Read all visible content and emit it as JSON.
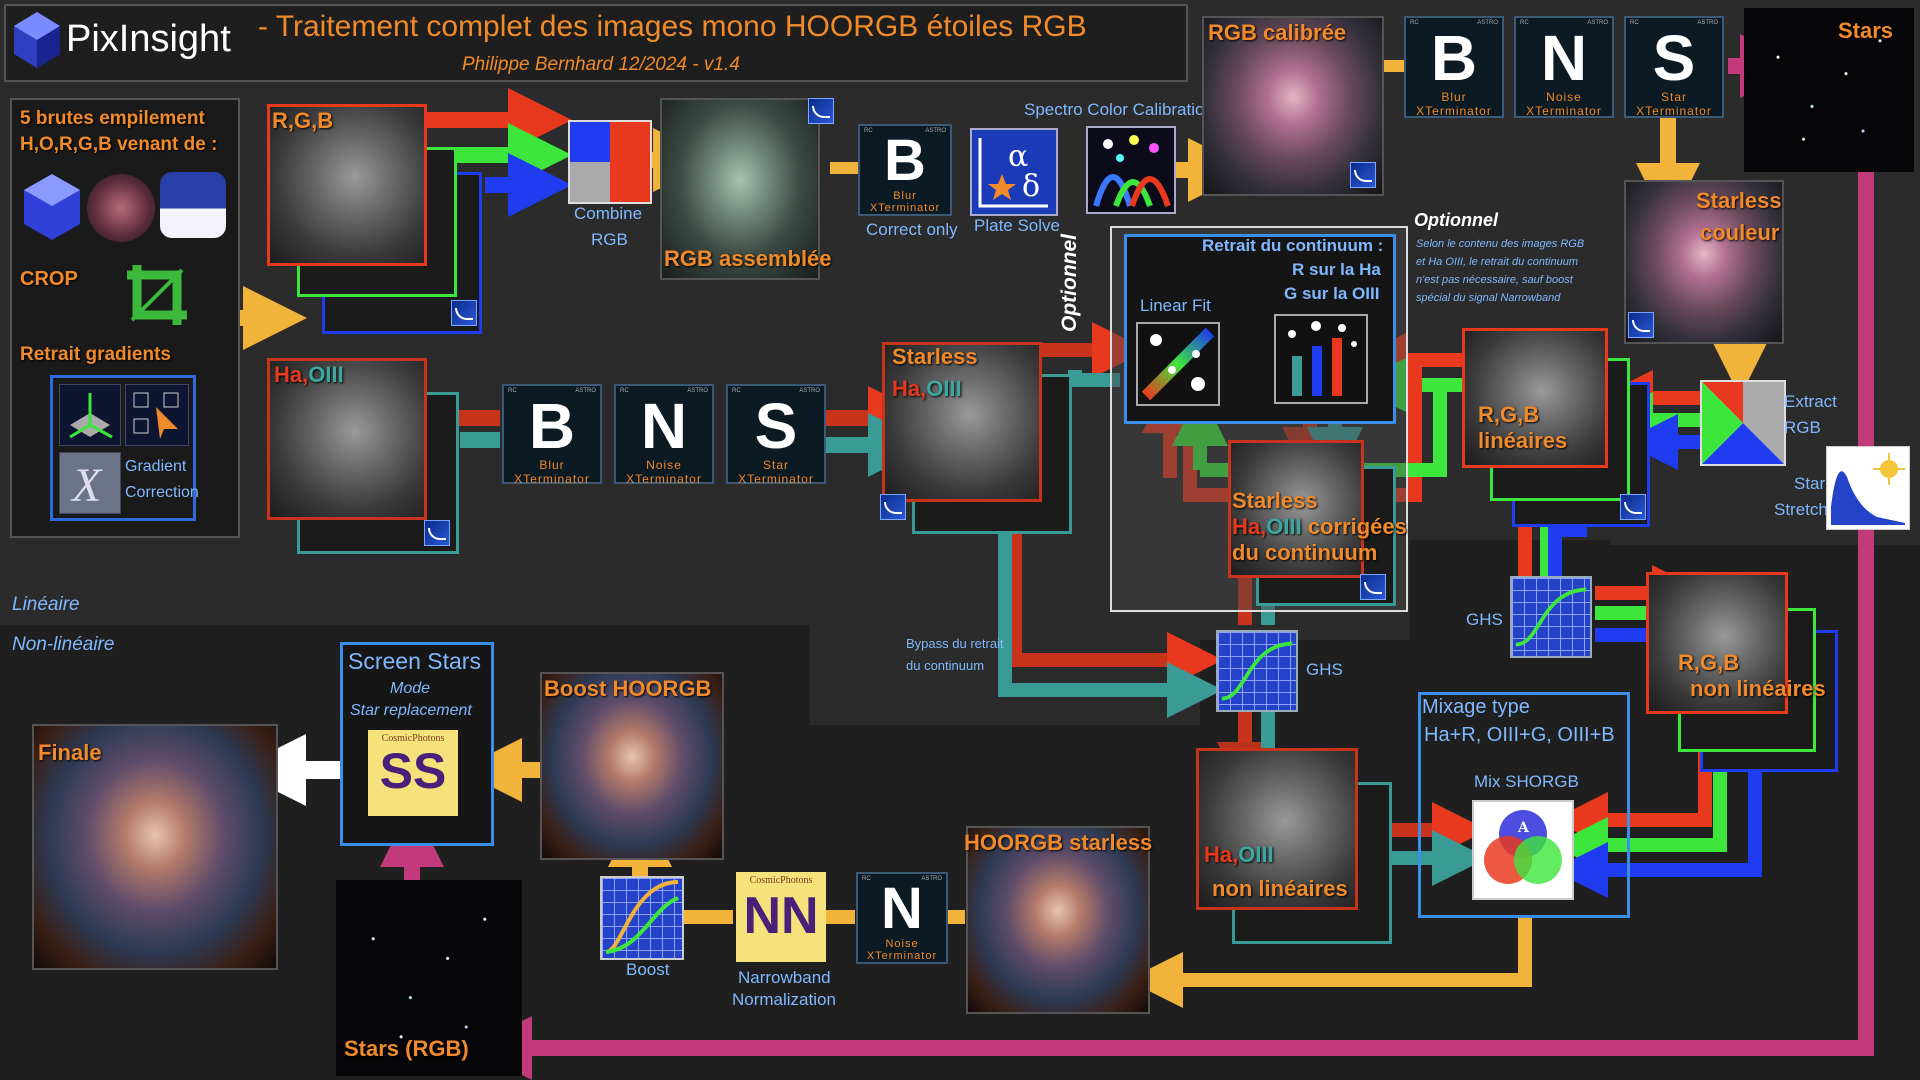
{
  "header": {
    "app_name": "PixInsight",
    "title": "- Traitement complet des images mono HOORGB étoiles RGB",
    "author": "Philippe Bernhard 12/2024 - v1.4"
  },
  "left_panel": {
    "title_line1": "5 brutes empilement",
    "title_line2": "H,O,R,G,B venant de :",
    "crop": "CROP",
    "gradients": "Retrait gradients",
    "gradient_correction": "Gradient\nCorrection",
    "gradient_correction_l1": "Gradient",
    "gradient_correction_l2": "Correction"
  },
  "sections": {
    "lineaire": "Linéaire",
    "non_lineaire": "Non-linéaire"
  },
  "nodes": {
    "rgb_stack": "R,G,B",
    "ha_oiii_stack_ha": "Ha,",
    "ha_oiii_stack_oiii": "OIII",
    "combine_rgb_l1": "Combine",
    "combine_rgb_l2": "RGB",
    "rgb_assemblee": "RGB assemblée",
    "correct_only": "Correct only",
    "plate_solve": "Plate Solve",
    "spcc": "Spectro Color Calibration",
    "rgb_calibree": "RGB calibrée",
    "stars": "Stars",
    "starless_couleur_l1": "Starless",
    "starless_couleur_l2": "couleur",
    "extract_rgb_l1": "Extract",
    "extract_rgb_l2": "RGB",
    "star_stretch_l1": "Star",
    "star_stretch_l2": "Stretch",
    "rgb_lineaires_l1": "R,G,B",
    "rgb_lineaires_l2": "linéaires",
    "starless_haoiii_l1": "Starless",
    "starless_haoiii_ha": "Ha,",
    "starless_haoiii_oiii": "OIII",
    "optionnel_vertical": "Optionnel",
    "continuum_title": "Retrait du continuum :",
    "continuum_r": "R sur la Ha",
    "continuum_g": "G sur la OIII",
    "linear_fit": "Linear Fit",
    "optionnel_note_title": "Optionnel",
    "optionnel_note_l1": "Selon le contenu des images RGB",
    "optionnel_note_l2": "et Ha OIII, le retrait du continuum",
    "optionnel_note_l3": "n'est pas nécessaire, sauf boost",
    "optionnel_note_l4": "spécial du signal Narrowband",
    "starless_corr_l1": "Starless",
    "starless_corr_ha": "Ha,",
    "starless_corr_oiii": "OIII",
    "starless_corr_l2": " corrigées",
    "starless_corr_l3": "du continuum",
    "ghs_right": "GHS",
    "ghs_center": "GHS",
    "bypass_l1": "Bypass du retrait",
    "bypass_l2": "du continuum",
    "rgb_nonlin_l1": "R,G,B",
    "rgb_nonlin_l2": "non linéaires",
    "mixage_title": "Mixage type",
    "mixage_formula": "Ha+R, OIII+G, OIII+B",
    "mix_shorgb": "Mix SHORGB",
    "haoiii_nonlin_ha": "Ha,",
    "haoiii_nonlin_oiii": "OIII",
    "haoiii_nonlin_l2": "non linéaires",
    "hoorgb_starless": "HOORGB starless",
    "nn_l1": "Narrowband",
    "nn_l2": "Normalization",
    "boost": "Boost",
    "boost_hoorgb": "Boost HOORGB",
    "screen_stars": "Screen Stars",
    "mode": "Mode",
    "star_replacement": "Star replacement",
    "finale": "Finale",
    "stars_rgb": "Stars (RGB)"
  },
  "tools": {
    "blur": {
      "letter": "B",
      "l1": "Blur",
      "l2": "XTerminator"
    },
    "noise": {
      "letter": "N",
      "l1": "Noise",
      "l2": "XTerminator"
    },
    "star": {
      "letter": "S",
      "l1": "Star",
      "l2": "XTerminator"
    },
    "rc": "RC",
    "astro": "ASTRO",
    "cosmic": "CosmicPhotons",
    "nn": "NN",
    "ss": "SS"
  },
  "colors": {
    "orange": "#f08a2a",
    "red": "#e8391f",
    "green": "#3de63d",
    "blue": "#1f3cf0",
    "teal": "#3a9a96",
    "yellow": "#f2b33b",
    "magenta": "#c23a7a",
    "white": "#ffffff",
    "box_blue": "#3a8fe8"
  }
}
